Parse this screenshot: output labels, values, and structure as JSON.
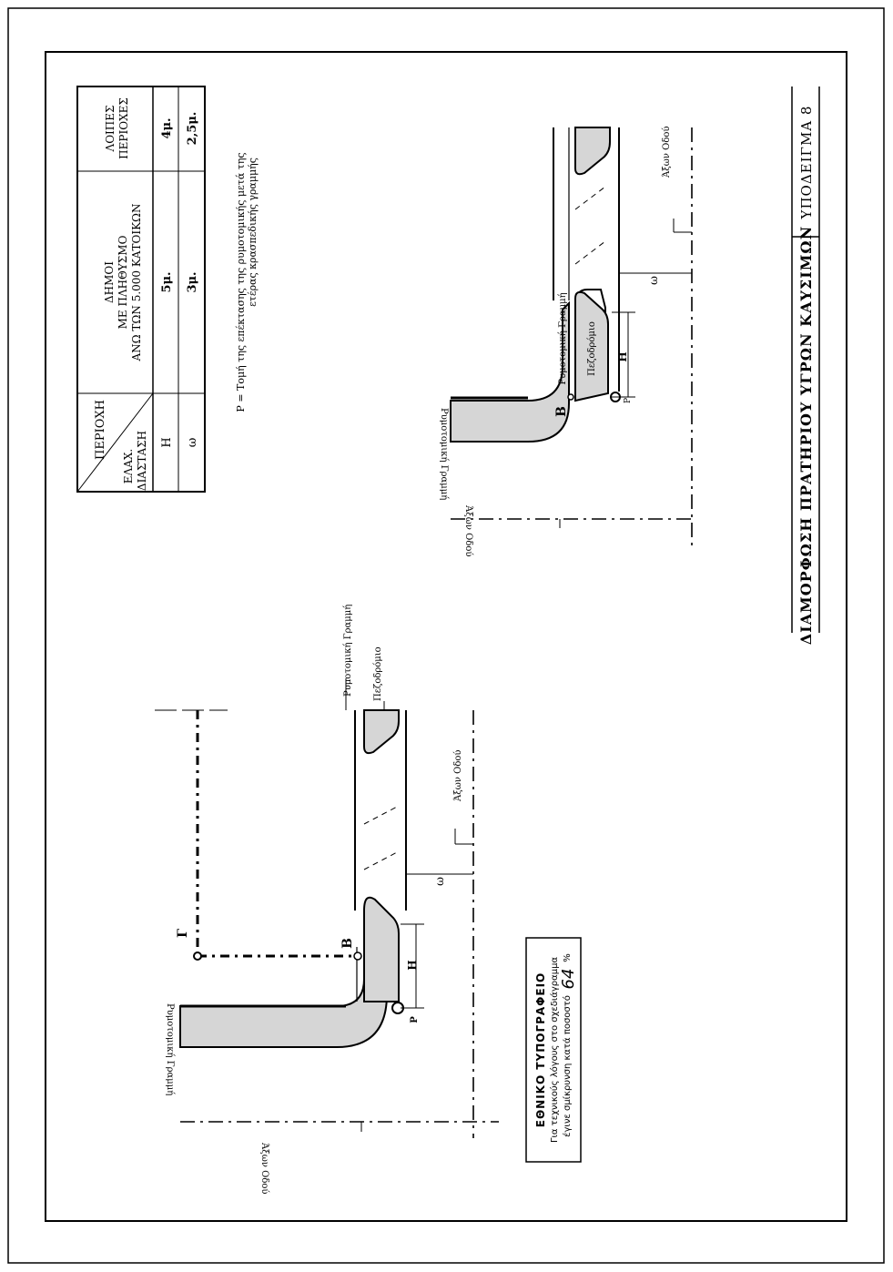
{
  "title": {
    "main": "ΔΙΑΜΟΡΦΩΣΗ ΠΡΑΤΗΡΙΟΥ ΥΓΡΩΝ ΚΑΥΣΙΜΩΝ",
    "sheet": "ΥΠΟΔΕΙΓΜΑ 8"
  },
  "table": {
    "corner_top": "ΠΕΡΙΟΧΗ",
    "corner_bottom_1": "ΕΛΑΧ.",
    "corner_bottom_2": "ΔΙΑΣΤΑΣΗ",
    "col1_line1": "ΔΗΜΟΙ",
    "col1_line2": "ΜΕ ΠΛΗΘΥΣΜΟ",
    "col1_line3": "ΑΝΩ ΤΩΝ 5.000 ΚΑΤΟΙΚΩΝ",
    "col2_line1": "ΛΟΙΠΕΣ",
    "col2_line2": "ΠΕΡΙΟΧΕΣ",
    "rows": [
      {
        "label": "Η",
        "col1": "5μ.",
        "col2": "4μ."
      },
      {
        "label": "ω",
        "col1": "3μ.",
        "col2": "2,5μ."
      }
    ]
  },
  "note": {
    "line1": "P = Τομή της επέκτασης της ρυμοτομικής μετά της",
    "line2": "ετέρας κρασπεδικής γραμμής"
  },
  "labels": {
    "building_line": "Ρυμοτομική Γραμμή",
    "sidewalk": "Πεζοδρόμιο",
    "road_axis": "Άξων Οδού",
    "point_p": "P",
    "point_b": "Β",
    "point_g": "Γ",
    "dim_h": "Η",
    "dim_w": "ω"
  },
  "stamp": {
    "title": "ΕΘΝΙΚΟ ΤΥΠΟΓΡΑΦΕΙΟ",
    "line1": "Για τεχνικούς λόγους στο σχεδιάγραμμα",
    "line2_prefix": "έγινε σμίκρυνση κατά ποσοστό",
    "percent": "64",
    "percent_sign": "%"
  },
  "colors": {
    "ink": "#000000",
    "sidewalk_fill": "#d6d6d6",
    "paper": "#ffffff"
  }
}
